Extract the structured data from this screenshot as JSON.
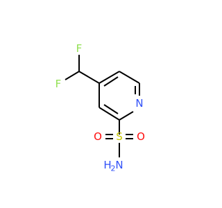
{
  "molecule": {
    "atoms": {
      "f_top": {
        "symbol": "F",
        "color": "#90e050"
      },
      "f_left": {
        "symbol": "F",
        "color": "#90e050"
      },
      "n_ring": {
        "symbol": "N",
        "color": "#3050f8"
      },
      "s": {
        "symbol": "S",
        "color": "#ffff30"
      },
      "o_left": {
        "symbol": "O",
        "color": "#ff0d0d"
      },
      "o_right": {
        "symbol": "O",
        "color": "#ff0d0d"
      },
      "n_amide": {
        "symbol": "N",
        "color": "#3050f8"
      },
      "h_amide": {
        "symbol": "H",
        "color": "#3050f8"
      },
      "h2_sub": {
        "symbol": "2",
        "color": "#3050f8"
      }
    },
    "bond_color": "#000000"
  }
}
